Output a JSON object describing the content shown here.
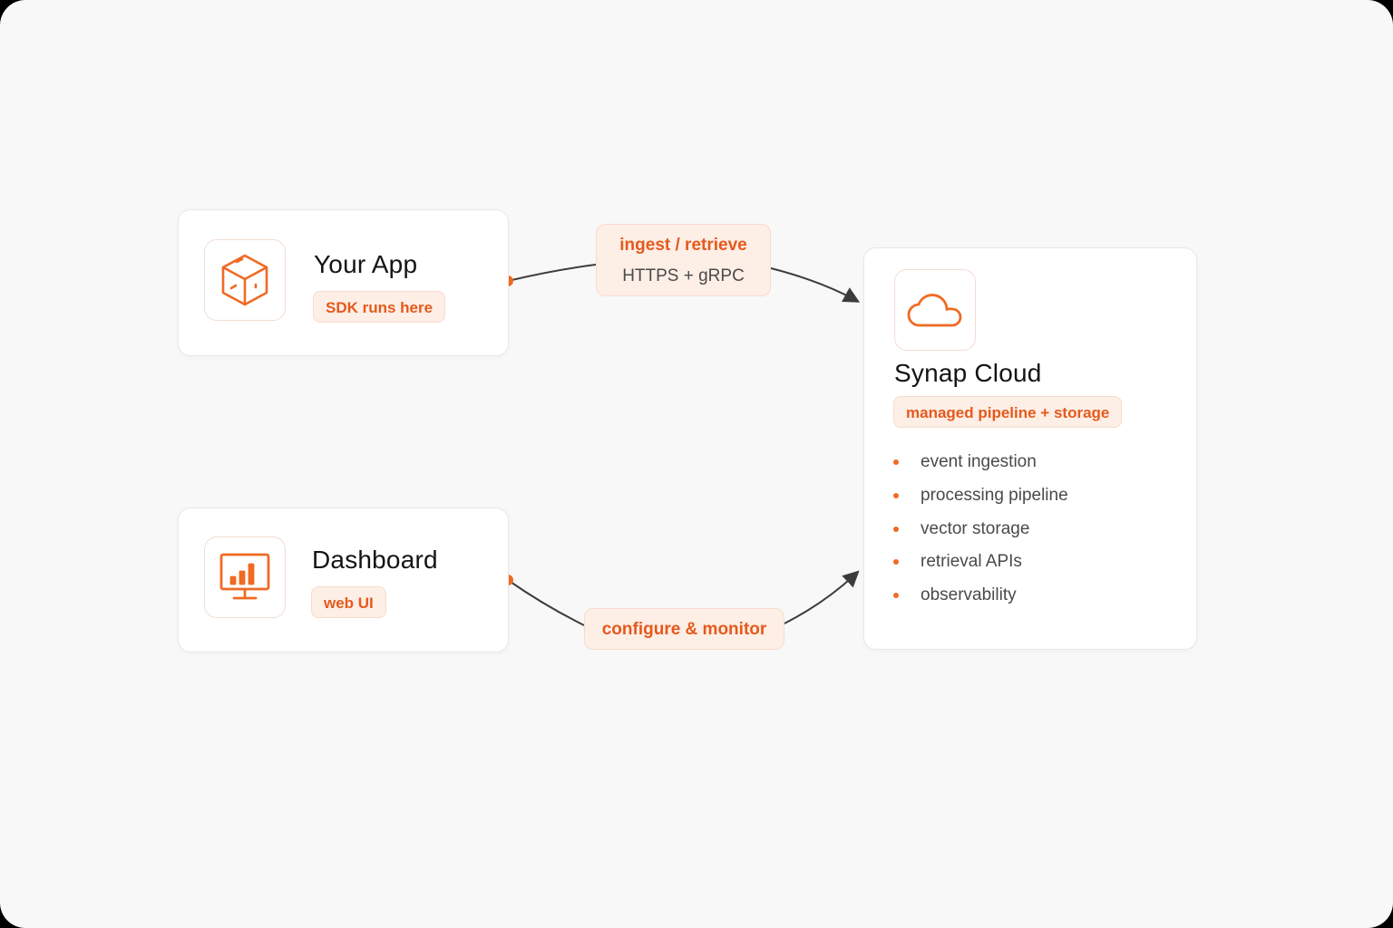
{
  "nodes": {
    "your_app": {
      "title": "Your App",
      "tag": "SDK runs here",
      "icon": "box-icon"
    },
    "dashboard": {
      "title": "Dashboard",
      "tag": "web UI",
      "icon": "monitor-chart-icon"
    },
    "synap_cloud": {
      "title": "Synap Cloud",
      "tag": "managed pipeline + storage",
      "icon": "cloud-icon",
      "features": [
        "event ingestion",
        "processing pipeline",
        "vector storage",
        "retrieval APIs",
        "observability"
      ]
    }
  },
  "edges": {
    "app_to_cloud": {
      "label": "ingest / retrieve",
      "sublabel": "HTTPS + gRPC"
    },
    "dashboard_to_cloud": {
      "label": "configure & monitor"
    }
  },
  "colors": {
    "accent": "#f06a24",
    "tag_bg": "#fdeee6",
    "line": "#3c3c3c",
    "background": "#f8f8f8"
  }
}
